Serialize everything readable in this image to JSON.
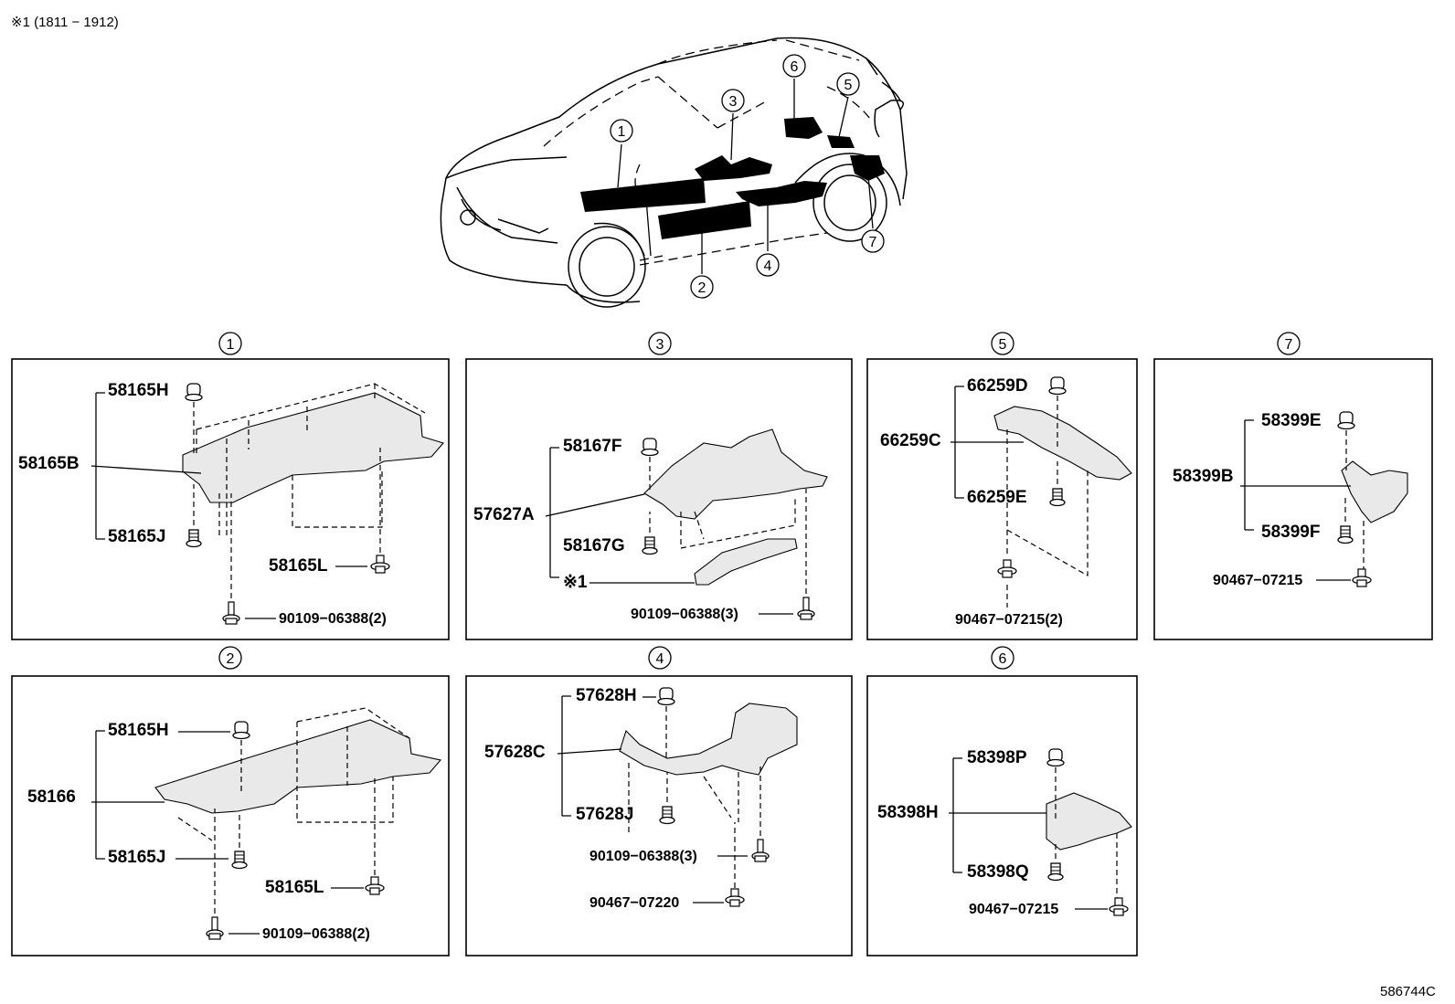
{
  "header_note": "※1 (1811 − 1912)",
  "diagram_code": "586744C",
  "car_callouts": [
    "1",
    "2",
    "3",
    "4",
    "5",
    "6",
    "7"
  ],
  "panels": {
    "p1": {
      "number": "1",
      "assembly": "58165B",
      "clip_top": "58165H",
      "clip_bottom": "58165J",
      "grommet": "58165L",
      "bolt": "90109−06388(2)"
    },
    "p2": {
      "number": "2",
      "assembly": "58166",
      "clip_top": "58165H",
      "clip_bottom": "58165J",
      "grommet": "58165L",
      "bolt": "90109−06388(2)"
    },
    "p3": {
      "number": "3",
      "assembly": "57627A",
      "clip_top": "58167F",
      "clip_bottom": "58167G",
      "note_part": "※1",
      "bolt": "90109−06388(3)"
    },
    "p4": {
      "number": "4",
      "assembly": "57628C",
      "clip_top": "57628H",
      "clip_bottom": "57628J",
      "bolt": "90109−06388(3)",
      "clip": "90467−07220"
    },
    "p5": {
      "number": "5",
      "assembly": "66259C",
      "clip_top": "66259D",
      "clip_bottom": "66259E",
      "clip": "90467−07215(2)"
    },
    "p6": {
      "number": "6",
      "assembly": "58398H",
      "clip_top": "58398P",
      "clip_bottom": "58398Q",
      "clip": "90467−07215"
    },
    "p7": {
      "number": "7",
      "assembly": "58399B",
      "clip_top": "58399E",
      "clip_bottom": "58399F",
      "clip": "90467−07215"
    }
  }
}
